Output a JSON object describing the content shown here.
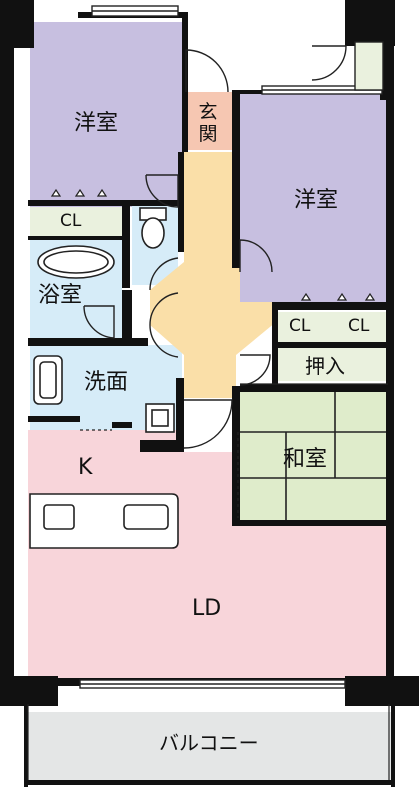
{
  "colors": {
    "wall": "#111111",
    "western_room": "#c7bfe0",
    "bath": "#d6ecf8",
    "washroom": "#d6ecf8",
    "hallway": "#fadfa8",
    "genkan": "#f6c7b2",
    "japanese_room": "#dfeccb",
    "storage": "#eaf1de",
    "ldk": "#f8d5da",
    "balcony": "#e4e6e6"
  },
  "rooms": {
    "western_top_left": "洋室",
    "western_top_right": "洋室",
    "genkan_1": "玄",
    "genkan_2": "関",
    "closet_left": "CL",
    "bath": "浴室",
    "closet_right_1": "CL",
    "closet_right_2": "CL",
    "washroom": "洗面",
    "oshiire": "押入",
    "kitchen": "K",
    "japanese": "和室",
    "ld": "LD",
    "balcony": "バルコニー"
  }
}
